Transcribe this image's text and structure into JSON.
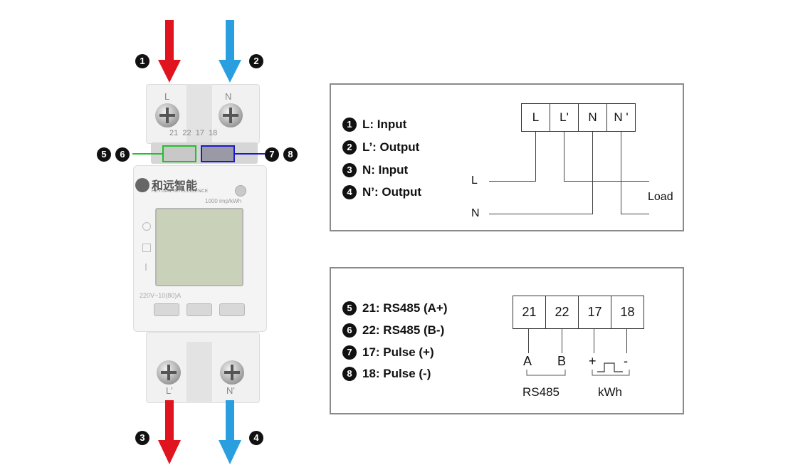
{
  "meter": {
    "terminal_top_left": "L",
    "terminal_top_right": "N",
    "terminal_bottom_left": "L'",
    "terminal_bottom_right": "N'",
    "small_terminals": "21  22  17  18",
    "brand_cn": "和远智能",
    "brand_en": "HEYUAN INTELLIGENCE",
    "impulse_rate": "1000 imp/kWh",
    "rating": "220V~10(80)A"
  },
  "badges": [
    "1",
    "2",
    "3",
    "4",
    "5",
    "6",
    "7",
    "8"
  ],
  "legend_power": [
    {
      "num": "1",
      "text": "L: Input"
    },
    {
      "num": "2",
      "text": "L’: Output"
    },
    {
      "num": "3",
      "text": "N: Input"
    },
    {
      "num": "4",
      "text": "N’: Output"
    }
  ],
  "legend_signal": [
    {
      "num": "5",
      "text": "21: RS485 (A+)"
    },
    {
      "num": "6",
      "text": "22: RS485 (B-)"
    },
    {
      "num": "7",
      "text": "17: Pulse (+)"
    },
    {
      "num": "8",
      "text": "18: Pulse (-)"
    }
  ],
  "wiring_power": {
    "terminals": [
      "L",
      "L'",
      "N",
      "N '"
    ],
    "line_labels": [
      "L",
      "N"
    ],
    "load_label": "Load"
  },
  "wiring_signal": {
    "terminals": [
      "21",
      "22",
      "17",
      "18"
    ],
    "pins": [
      "A",
      "B",
      "+",
      "-"
    ],
    "groups": [
      "RS485",
      "kWh"
    ]
  },
  "colors": {
    "arrow_red": "#e0141e",
    "arrow_blue": "#2a9fe0",
    "box_green": "#22c02a",
    "box_blue": "#1a1acc"
  }
}
